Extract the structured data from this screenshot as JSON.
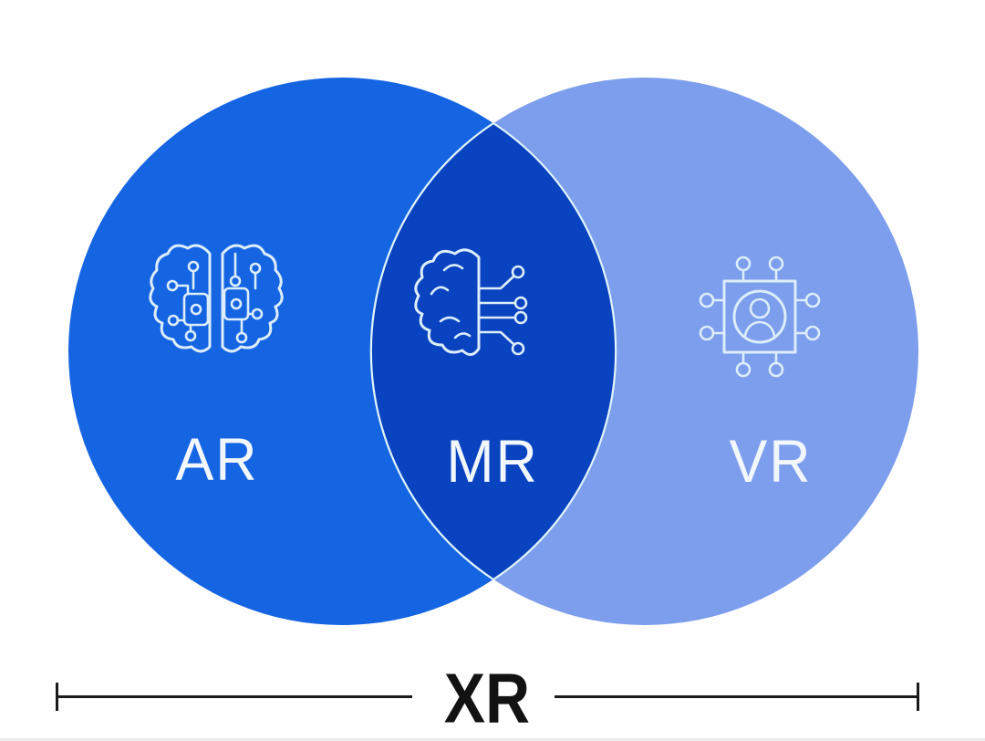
{
  "venn": {
    "regions": [
      {
        "id": "ar",
        "label": "AR",
        "icon": "brain-circuit-icon"
      },
      {
        "id": "mr",
        "label": "MR",
        "icon": "brain-machine-interface-icon"
      },
      {
        "id": "vr",
        "label": "VR",
        "icon": "user-chip-icon"
      }
    ],
    "colors": {
      "page-bg": "#fefefe",
      "ar-fill": "#1565E3",
      "mr-fill": "#0A43C0",
      "vr-fill": "#7C9EEC",
      "lens-outline": "#E1F4FA",
      "label-text": "#F2F7FD",
      "icon-stroke": "#DCEDFB",
      "bracket": "#1B1B1B",
      "xr-text": "#121212"
    }
  },
  "bracket": {
    "label": "XR"
  }
}
